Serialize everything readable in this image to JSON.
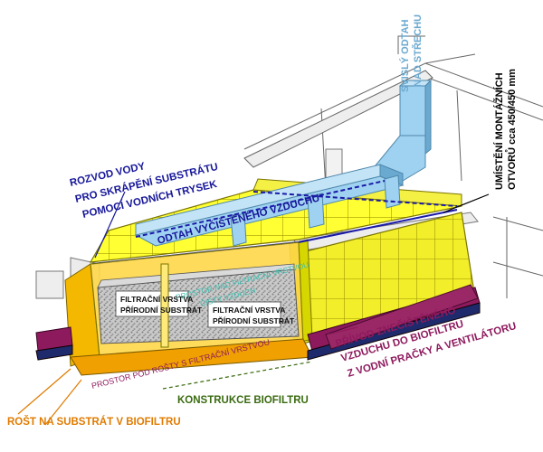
{
  "labels": {
    "water_1": "ROZVOD VODY",
    "water_2": "PRO SKRÁPĚNÍ SUBSTRÁTU",
    "water_3": "POMOCÍ VODNÍCH TRYSEK",
    "vertical_1": "SVISLÝ ODTAH",
    "vertical_2": "NAD STŘECHU",
    "mount_1": "UMÍSTĚNÍ MONTÁŽNÍCH",
    "mount_2": "OTVORŮ  cca 450/450 mm",
    "clean_air": "ODTAH VYČIŠTĚNÉHO VZDUCHU",
    "space_above_1": "PROSTOR NAD FILTRAČNÍ VRSTVOU",
    "space_above_2": "ČISTÝ VZDUCH",
    "filter_left_1": "FILTRAČNÍ VRSTVA",
    "filter_left_2": "PŘÍRODNÍ SUBSTRÁT",
    "filter_right_1": "FILTRAČNÍ VRSTVA",
    "filter_right_2": "PŘÍRODNÍ SUBSTRÁT",
    "inlet_1": "PŘÍVOD ZNEČIŠTĚNÉHO",
    "inlet_2": "VZDUCHU DO BIOFILTRU",
    "inlet_3": "Z VODNÍ PRAČKY A VENTILÁTORU",
    "space_below": "PROSTOR POD ROŠTY S FILTRAČNÍ VRSTVOU",
    "construction": "KONSTRUKCE BIOFILTRU",
    "grate": "ROŠT NA SUBSTRÁT V BIOFILTRU"
  },
  "colors": {
    "panel_yellow": "#ffff33",
    "panel_dark": "#d6d600",
    "grid_line": "#9a9400",
    "duct_blue": "#9fd2f0",
    "duct_dark": "#6aa9d0",
    "beam_grey": "#e2e2e2",
    "water_blue": "#1a1aa8",
    "inlet_purple": "#8e1a5e",
    "label_navy": "#17179a",
    "label_green": "#3a6b10",
    "label_orange": "#e07b00",
    "label_teal": "#3cbdb0"
  }
}
